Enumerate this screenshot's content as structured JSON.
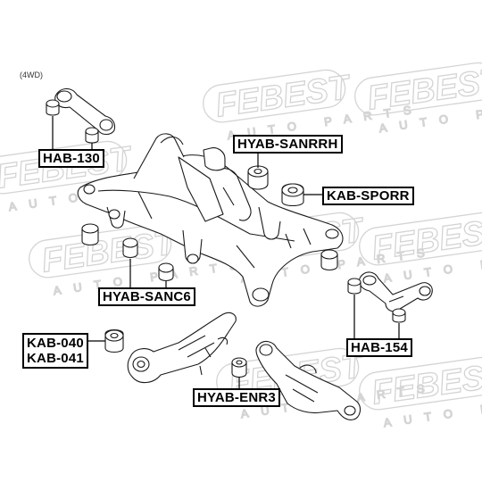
{
  "variant_note": "(4WD)",
  "watermark": {
    "brand": "FEBEST",
    "tagline": "AUTO PARTS"
  },
  "part_labels": {
    "hab130": "HAB-130",
    "hyab_sanrrh": "HYAB-SANRRH",
    "kab_sporr": "KAB-SPORR",
    "hyab_sanc6": "HYAB-SANC6",
    "hab154": "HAB-154",
    "kab040": "KAB-040",
    "kab041": "KAB-041",
    "hyab_enr3": "HYAB-ENR3"
  },
  "colors": {
    "line": "#1a1a1a",
    "watermark": "#d9d9d9",
    "label_border": "#000000"
  }
}
